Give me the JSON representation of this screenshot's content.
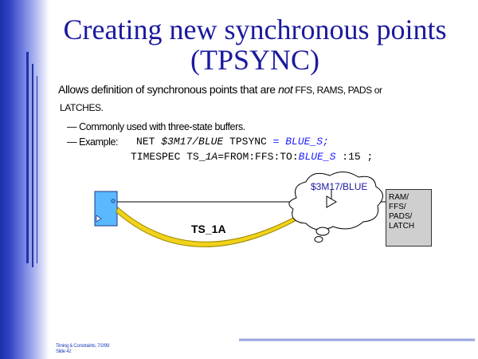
{
  "slide": {
    "title_line1": "Creating new synchronous points",
    "title_line2": "(TPSYNC)",
    "intro_part1": "Allows definition of synchronous points that are ",
    "intro_not": "not",
    "intro_part2": " FFS, RAMS, PADS or",
    "intro_line2": "LATCHES.",
    "bullet1": "— Commonly used with three-state buffers.",
    "bullet2_label": "— Example:",
    "code1": {
      "kw_net": "NET ",
      "net_name": "$3M17/BLUE",
      "kw_tpsync": " TPSYNC",
      "eq": " = ",
      "group": "BLUE_S;"
    },
    "code2": {
      "prefix": "TIMESPEC TS_",
      "spec_id": "1A",
      "middle": "=FROM:FFS:TO:",
      "group": "BLUE_S",
      "suffix": " :15 ;"
    }
  },
  "diagram": {
    "net_label": "$3M17/BLUE",
    "timespec_label": "TS_1A",
    "dest_lines": [
      "RAM/",
      "FFS/",
      "PADS/",
      "LATCH"
    ]
  },
  "footer": {
    "line1": "Timing & Constraints, 7/2/99",
    "line2": "Slide 42"
  },
  "colors": {
    "title": "#1a1a9e",
    "code_highlight": "#2020ff",
    "sidebar": "#2a3bb8",
    "arrow": "#f2d21a",
    "dest_box": "#cfcfcf"
  }
}
